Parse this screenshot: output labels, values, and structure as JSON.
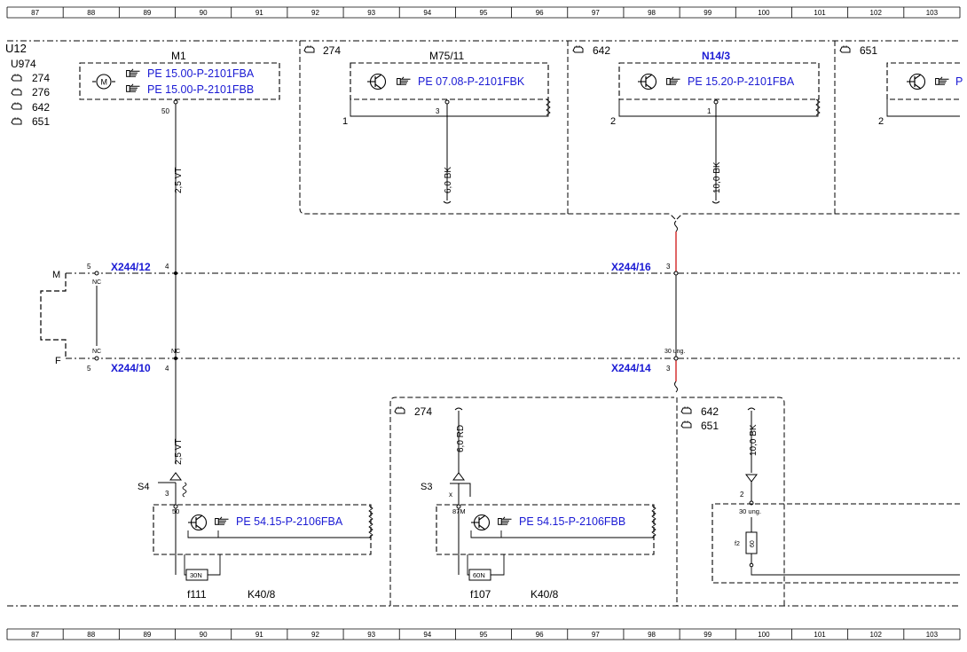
{
  "colors": {
    "link": "#1a1ad4",
    "wire_red": "#cc0000",
    "line": "#000000",
    "background": "#ffffff"
  },
  "grid_columns": [
    "87",
    "88",
    "89",
    "90",
    "91",
    "92",
    "93",
    "94",
    "95",
    "96",
    "97",
    "98",
    "99",
    "100",
    "101",
    "102",
    "103"
  ],
  "header": {
    "partial_label": "U12"
  },
  "variant_blocks": {
    "left_group": {
      "title": "U974",
      "codes": [
        "274",
        "276",
        "642",
        "651"
      ],
      "code_icon": "engine-code-icon"
    },
    "top_274": "274",
    "top_642": "642",
    "top_651": "651",
    "bottom_274": "274",
    "bottom_642": "642",
    "bottom_651": "651"
  },
  "components": {
    "m1": {
      "name": "M1",
      "refs": [
        "PE 15.00-P-2101FBA",
        "PE 15.00-P-2101FBB"
      ],
      "pin": "50",
      "symbol": "motor-icon",
      "motor_letter": "M"
    },
    "m75_11": {
      "name": "M75/11",
      "ref": "PE 07.08-P-2101FBK",
      "pin_left": "1",
      "pin_mid": "3",
      "symbol": "transistor-icon"
    },
    "n14_3": {
      "name": "N14/3",
      "ref": "PE 15.20-P-2101FBA",
      "pin_left": "2",
      "pin_mid": "1",
      "symbol": "transistor-icon"
    },
    "right_partial": {
      "pin_left": "2",
      "ref_partial": "P"
    },
    "s4": {
      "name": "S4",
      "pin_left": "3",
      "pin_bottom": "50"
    },
    "s3": {
      "name": "S3",
      "pin_left": "x",
      "pin_bottom": "87M"
    },
    "k40_8_left": {
      "name": "K40/8",
      "ref": "PE 54.15-P-2106FBA",
      "fuse": "f111",
      "fuse_label": "30N"
    },
    "k40_8_right": {
      "name": "K40/8",
      "ref": "PE 54.15-P-2106FBB",
      "fuse": "f107",
      "fuse_label": "60N"
    },
    "f2_module": {
      "pin_top": "2",
      "terminal": "30 ung.",
      "fuse": "f2",
      "fuse_value": "60"
    }
  },
  "connectors": {
    "x244_12": {
      "name": "X244/12",
      "pin_left": "5",
      "pin_right": "4",
      "nc": "NC"
    },
    "x244_10": {
      "name": "X244/10",
      "pin_left": "5",
      "pin_right": "4",
      "nc_left": "NC",
      "nc_right": "NC"
    },
    "x244_16": {
      "name": "X244/16",
      "pin": "3"
    },
    "x244_14": {
      "name": "X244/14",
      "pin": "3",
      "terminal": "30 ung."
    },
    "rail_m": "M",
    "rail_f": "F"
  },
  "wires": {
    "w_m1": "2,5 VT",
    "w_m75": "6,0 BK",
    "w_n14": "10,0 BK",
    "w_s4": "2,5 VT",
    "w_s3": "6,0 RD",
    "w_f2": "10,0 BK"
  },
  "icons": {
    "reference": "pointing-hand-icon"
  }
}
